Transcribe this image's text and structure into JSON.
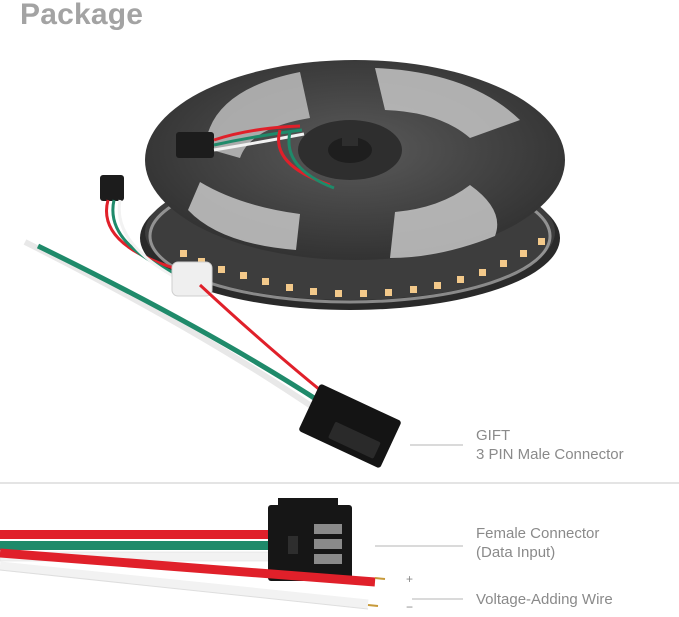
{
  "title": "Package",
  "gift_label": "GIFT",
  "male_connector_label": "3 PIN Male Connector",
  "female_connector_label": "Female Connector",
  "female_connector_sublabel": "(Data Input)",
  "voltage_label": "Voltage-Adding Wire",
  "plus_sign": "+",
  "minus_sign": "−",
  "colors": {
    "wire_red": "#e0202a",
    "wire_green": "#1f8a6a",
    "wire_white": "#f2f2f2",
    "reel": "#3a3a3a",
    "led_warm": "#f3c98a"
  }
}
